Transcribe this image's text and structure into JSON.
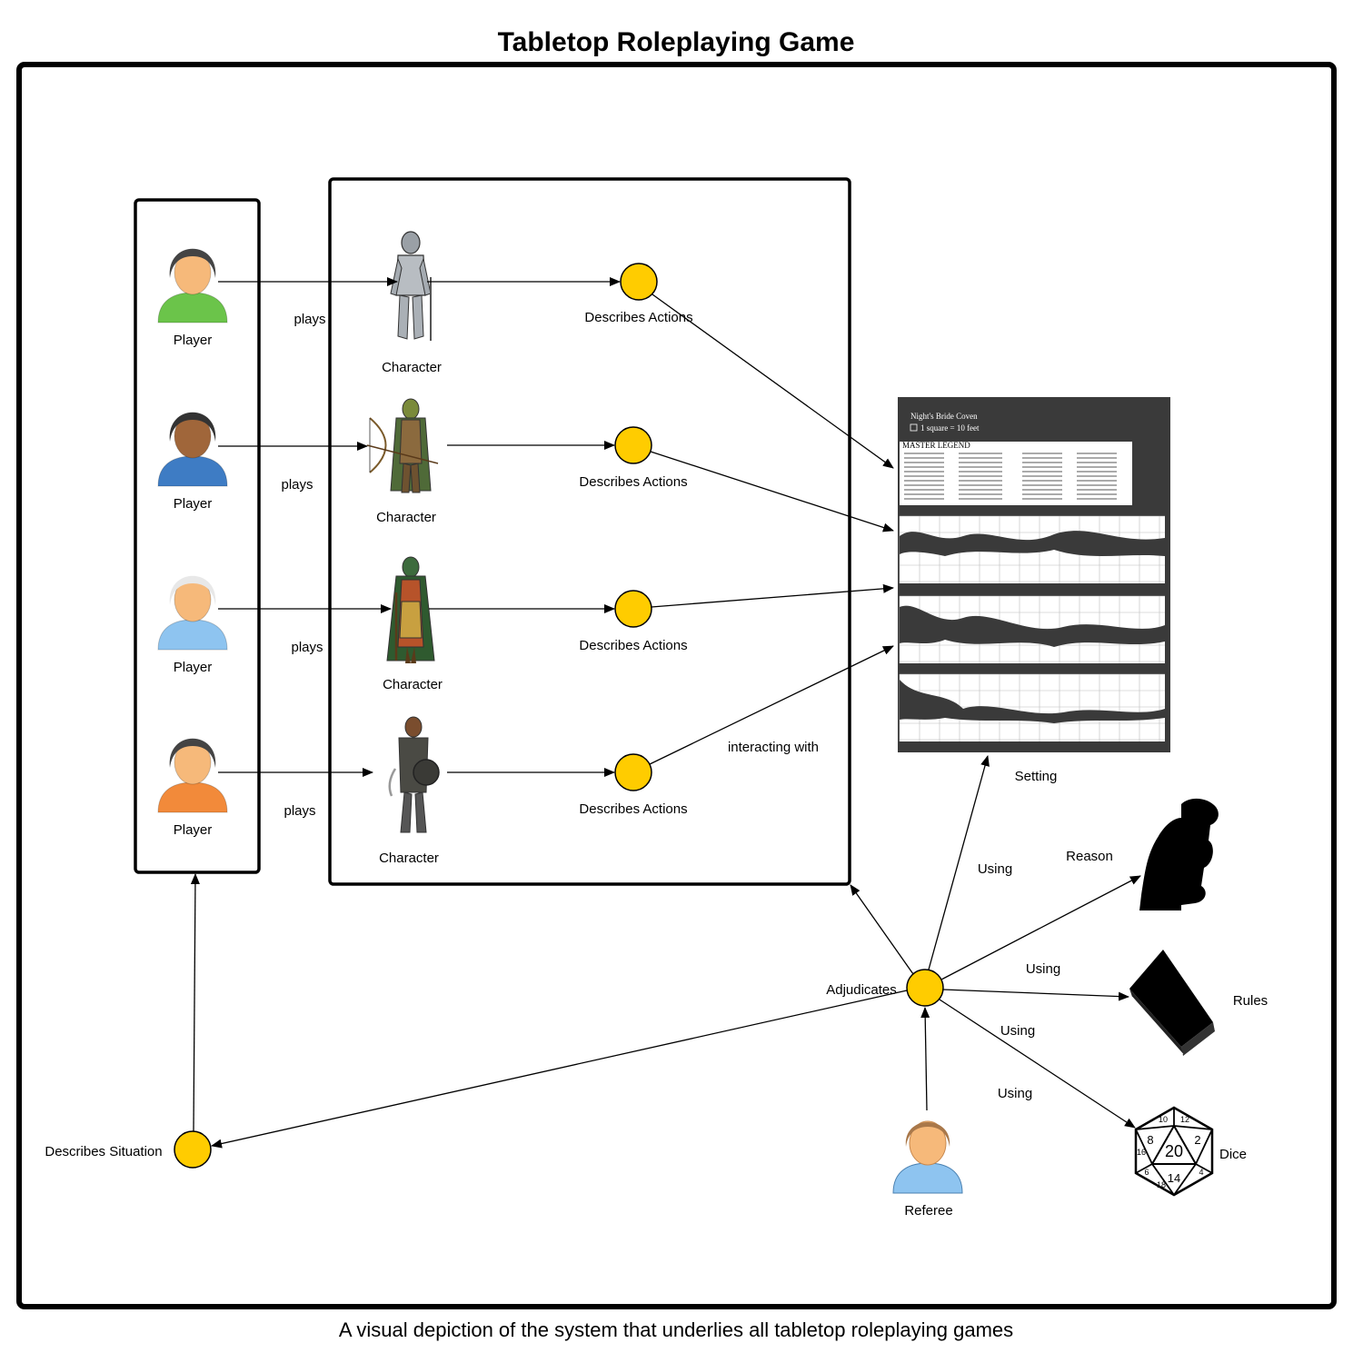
{
  "title": "Tabletop Roleplaying Game",
  "caption": "A visual depiction of the system that underlies all tabletop roleplaying games",
  "colors": {
    "node_fill": "#FFCC00",
    "frame": "#000000",
    "map_bg": "#3a3a3a"
  },
  "players": [
    {
      "label": "Player",
      "shirt": "#6BC44A",
      "skin": "#F6B97A",
      "hair": "#444444"
    },
    {
      "label": "Player",
      "shirt": "#3E7CC4",
      "skin": "#A0663A",
      "hair": "#333333"
    },
    {
      "label": "Player",
      "shirt": "#8EC4F0",
      "skin": "#F6B97A",
      "hair": "#E8E8E8"
    },
    {
      "label": "Player",
      "shirt": "#F28A3A",
      "skin": "#F6B97A",
      "hair": "#444444"
    }
  ],
  "characters": [
    {
      "label": "Character",
      "icon": "knight-icon"
    },
    {
      "label": "Character",
      "icon": "archer-icon"
    },
    {
      "label": "Character",
      "icon": "druid-icon"
    },
    {
      "label": "Character",
      "icon": "fighter-icon"
    }
  ],
  "edge_labels": {
    "plays": "plays",
    "interacting": "interacting with",
    "using": "Using"
  },
  "nodes": {
    "describes_actions": "Describes Actions",
    "adjudicates": "Adjudicates",
    "describes_situation": "Describes Situation"
  },
  "resources": {
    "setting": "Setting",
    "reason": "Reason",
    "rules": "Rules",
    "dice": "Dice"
  },
  "referee": "Referee",
  "map": {
    "title": "Night's Bride Coven",
    "legend_heading": "MASTER LEGEND",
    "scale_note": "1 square = 10 feet"
  },
  "dice_numbers": [
    "20",
    "8",
    "2",
    "14",
    "10",
    "12",
    "4",
    "6",
    "16",
    "18"
  ]
}
